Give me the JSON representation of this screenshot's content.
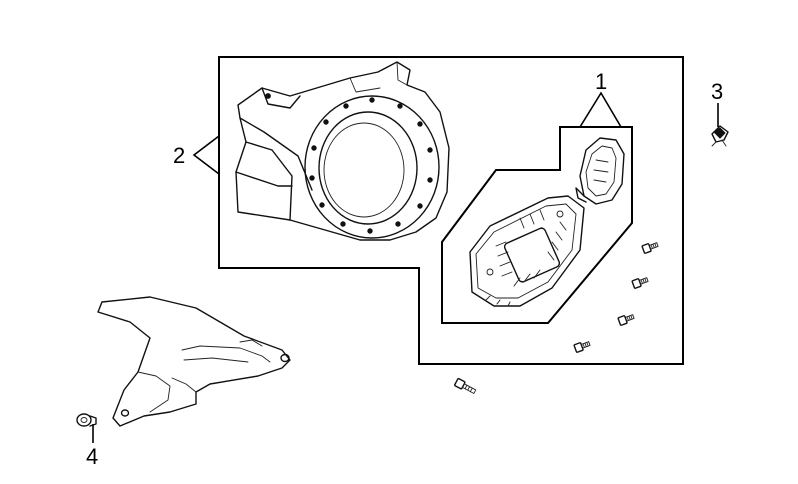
{
  "callouts": {
    "part_1": "1",
    "part_2": "2",
    "part_3": "3",
    "part_4": "4"
  },
  "icons": [
    "fan-cover-icon",
    "recoil-starter-icon",
    "starter-bolt-icon",
    "clip-icon",
    "guard-plate-icon",
    "nut-icon",
    "bolt-icon"
  ],
  "colors": {
    "line": "#111111",
    "background": "#ffffff"
  }
}
